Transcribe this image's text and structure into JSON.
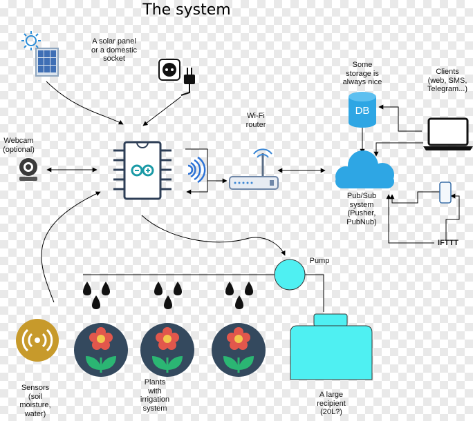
{
  "title": "The system",
  "labels": {
    "power": "A solar panel\nor a domestic\nsocket",
    "webcam": "Webcam\n(optional)",
    "wifi": "Wi-Fi\nrouter",
    "storage": "Some\nstorage is\nalways nice",
    "db": "DB",
    "clients": "Clients\n(web, SMS,\nTelegram...)",
    "pubsub": "Pub/Sub\nsystem\n(Pusher,\nPubNub)",
    "ifttt": "IFTTT",
    "pump": "Pump",
    "sensors": "Sensors\n(soil\nmoisture,\nwater)",
    "plants": "Plants\nwith\nirrigation\nsystem",
    "recipient": "A large\nrecipient\n(20L?)"
  },
  "colors": {
    "line": "#000000",
    "cloud": "#2ea6e4",
    "db": "#2ea6e4",
    "pump": "#4ff0f2",
    "tank": "#4ff0f2",
    "board": "#2d3e56",
    "board_logo": "#1a9aa6",
    "sensor": "#c79a2b",
    "plant_bg": "#34495e",
    "flower": "#e2574c",
    "leaf": "#2bb673",
    "wifi_signal": "#2c72d6",
    "router": "#b7c3d6"
  },
  "icons": [
    "solar-panel-icon",
    "sun-icon",
    "power-socket-icon",
    "plug-icon",
    "webcam-icon",
    "microcontroller-icon",
    "wifi-signal-icon",
    "router-icon",
    "database-icon",
    "cloud-icon",
    "laptop-icon",
    "phone-icon",
    "pump-icon",
    "water-drop-icon",
    "plant-icon",
    "sensor-icon",
    "water-tank-icon"
  ]
}
